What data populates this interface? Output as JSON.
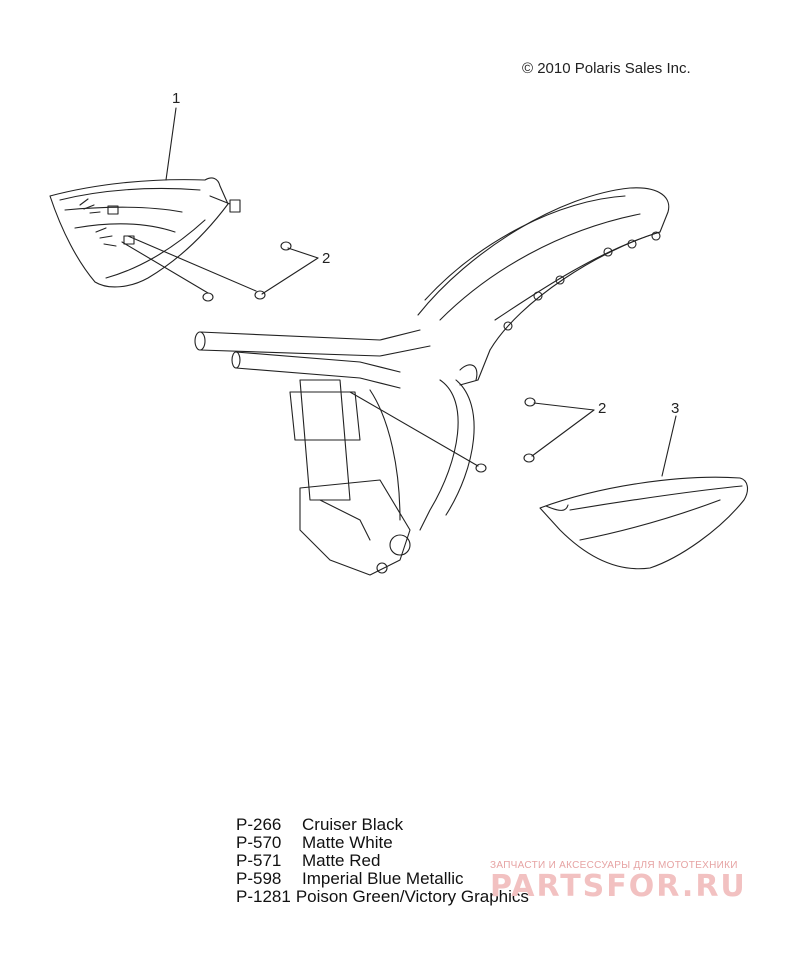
{
  "copyright": "© 2010 Polaris Sales Inc.",
  "callouts": [
    {
      "id": "1",
      "label": "1"
    },
    {
      "id": "2a",
      "label": "2"
    },
    {
      "id": "2b",
      "label": "2"
    },
    {
      "id": "3",
      "label": "3"
    }
  ],
  "legend": [
    {
      "code": "P-266",
      "name": "Cruiser Black"
    },
    {
      "code": "P-570",
      "name": "Matte White"
    },
    {
      "code": "P-571",
      "name": "Matte Red"
    },
    {
      "code": "P-598",
      "name": "Imperial Blue Metallic"
    },
    {
      "code": "P-1281",
      "name": "Poison Green/Victory Graphics"
    }
  ],
  "watermark": {
    "subtitle": "ЗАПЧАСТИ И АКСЕССУАРЫ ДЛЯ МОТОТЕХНИКИ",
    "logo": "PARTSFOR.RU"
  },
  "colors": {
    "line": "#222222",
    "watermark": "#e06b6b"
  }
}
